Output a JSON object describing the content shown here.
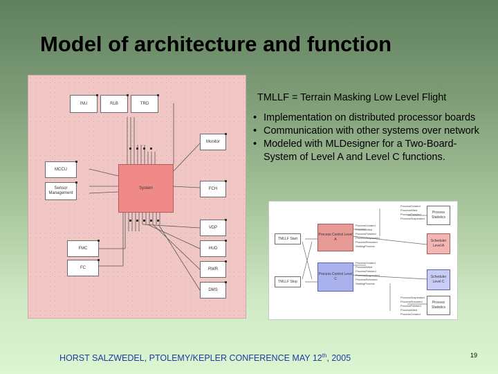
{
  "slide": {
    "title": "Model of architecture and function",
    "description": "TMLLF = Terrain Masking Low Level Flight",
    "bullets": [
      "Implementation on distributed processor boards",
      "Communication with other systems over network",
      "Modeled with MLDesigner for a Two-Board-System of Level A and Level C functions."
    ],
    "footer": {
      "text_before": "HORST SALZWEDEL, PTOLEMY/KEPLER CONFERENCE MAY 12",
      "superscript": "th",
      "text_after": ", 2005"
    },
    "page_number": "19"
  },
  "left_diagram": {
    "top_boxes": [
      "INU",
      "RLB",
      "TRD"
    ],
    "left_boxes": [
      "MCCU",
      "Sensor Management"
    ],
    "right_boxes": [
      "Monitor",
      "FCH",
      "VDP",
      "HUD",
      "RWR",
      "DMS"
    ],
    "bottom_left_boxes": [
      "FMC",
      "FC"
    ],
    "center_block": "System"
  },
  "right_diagram": {
    "inputs": [
      "TMLLF Start",
      "TMLLF Stop"
    ],
    "processes": [
      "Process Control Level A",
      "Process Control Level C"
    ],
    "schedulers": [
      "Scheduler Level A",
      "Scheduler Level C"
    ],
    "statistics": [
      "Process Statistics",
      "Process Statistics"
    ],
    "colors": {
      "level_a": "#e79996",
      "level_c": "#aab2ee",
      "scheduler": "#f3b6b2",
      "scheduler_c": "#c9cdf5"
    }
  }
}
